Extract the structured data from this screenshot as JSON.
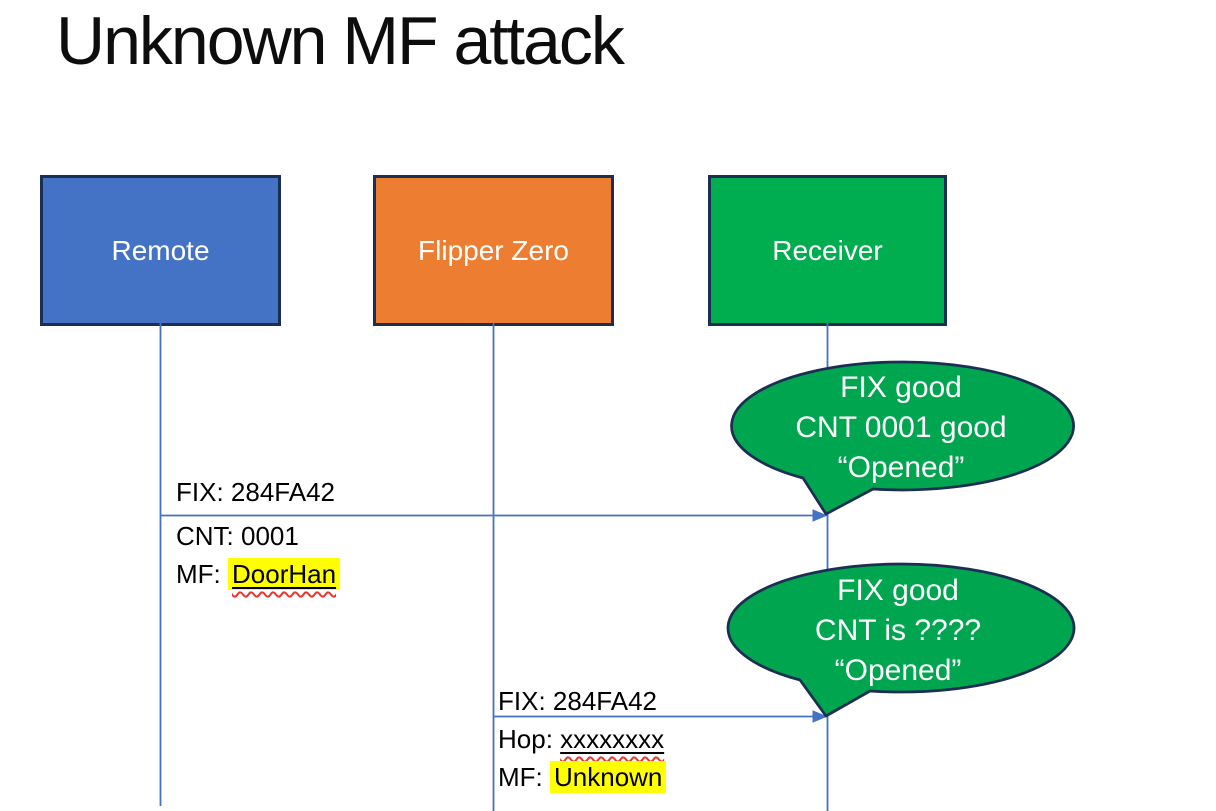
{
  "slide": {
    "title": "Unknown MF attack"
  },
  "actors": {
    "remote": {
      "label": "Remote",
      "fill": "#4472C4"
    },
    "flipper": {
      "label": "Flipper Zero",
      "fill": "#ED7D31"
    },
    "receiver": {
      "label": "Receiver",
      "fill": "#00AE50"
    }
  },
  "message1": {
    "above": "FIX: 284FA42",
    "line2_prefix": "CNT: ",
    "line2_value": "0001",
    "line3_prefix": "MF: ",
    "line3_value": "DoorHan"
  },
  "message2": {
    "above": "FIX: 284FA42",
    "line2_prefix": "Hop: ",
    "line2_value": "xxxxxxxx",
    "line3_prefix": "MF: ",
    "line3_value": "Unknown"
  },
  "callout1": {
    "line1": "FIX good",
    "line2": "CNT 0001 good",
    "line3": "“Opened”"
  },
  "callout2": {
    "line1": "FIX good",
    "line2": "CNT is ????",
    "line3": "“Opened”"
  },
  "colors": {
    "actor_border": "#1B2F52",
    "connector_blue": "#4472C4",
    "callout_fill": "#00A64F",
    "receiver_fill": "#00AE50",
    "remote_fill": "#4472C4",
    "flipper_fill": "#ED7D31",
    "highlight_yellow": "#FFFF00",
    "spellcheck_red": "#E8372C",
    "message_text": "#000000",
    "callout_text": "#FFFFFF"
  }
}
